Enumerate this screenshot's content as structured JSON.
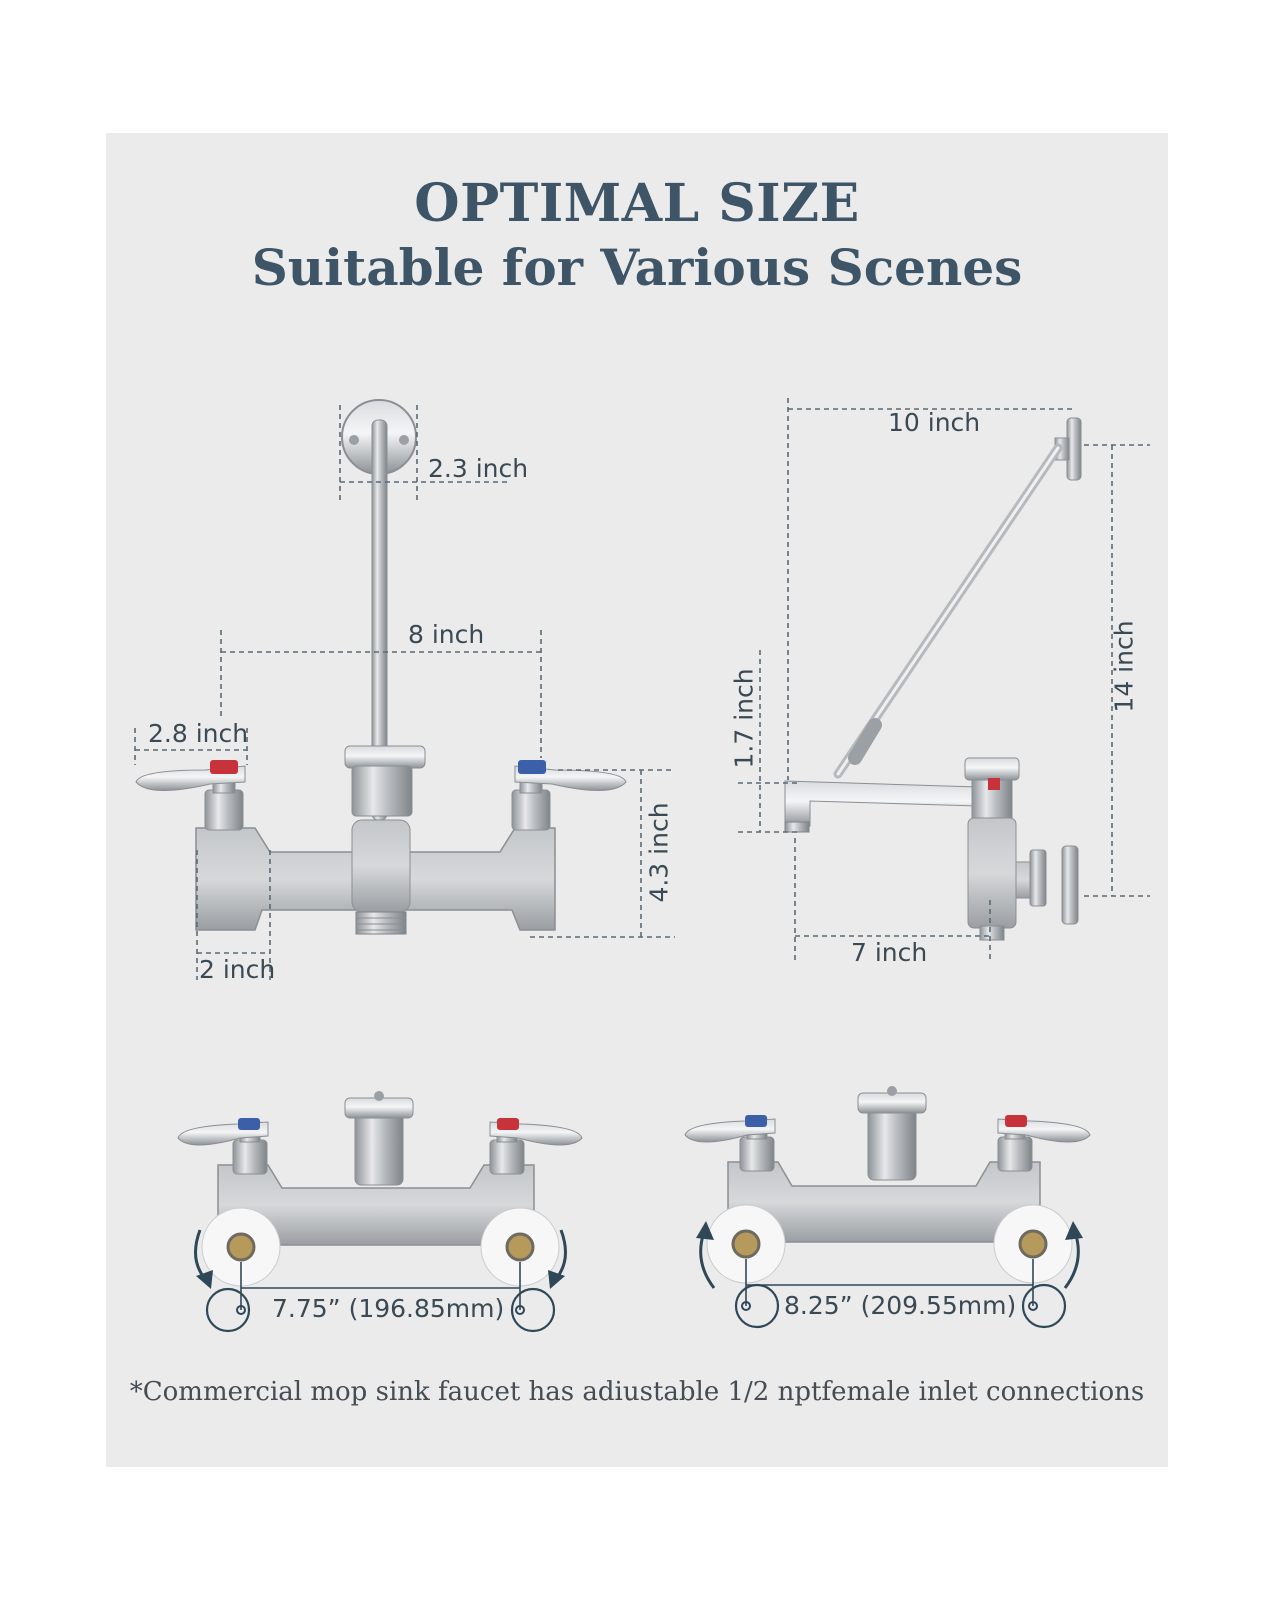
{
  "header": {
    "title_line1": "OPTIMAL SIZE",
    "title_line2": "Suitable for Various Scenes"
  },
  "front_view": {
    "flange_width": "2.3 inch",
    "handle_spacing": "8 inch",
    "handle_length": "2.8 inch",
    "body_height": "4.3 inch",
    "inlet_width": "2 inch"
  },
  "side_view": {
    "arm_reach": "10 inch",
    "total_height": "14 inch",
    "spout_drop": "1.7 inch",
    "spout_depth": "7 inch"
  },
  "inlet_options": {
    "narrow_spacing": "7.75” (196.85mm)",
    "wide_spacing": "8.25” (209.55mm)"
  },
  "footnote": "*Commercial mop sink faucet has adiustable 1/2 nptfemale inlet connections",
  "colors": {
    "panel": "#ebebeb",
    "title": "#3d5566",
    "dimension_text": "#3a4a55",
    "hot_indicator": "#c8323a",
    "cold_indicator": "#3b5fa8",
    "chrome": "#c9cccf"
  }
}
